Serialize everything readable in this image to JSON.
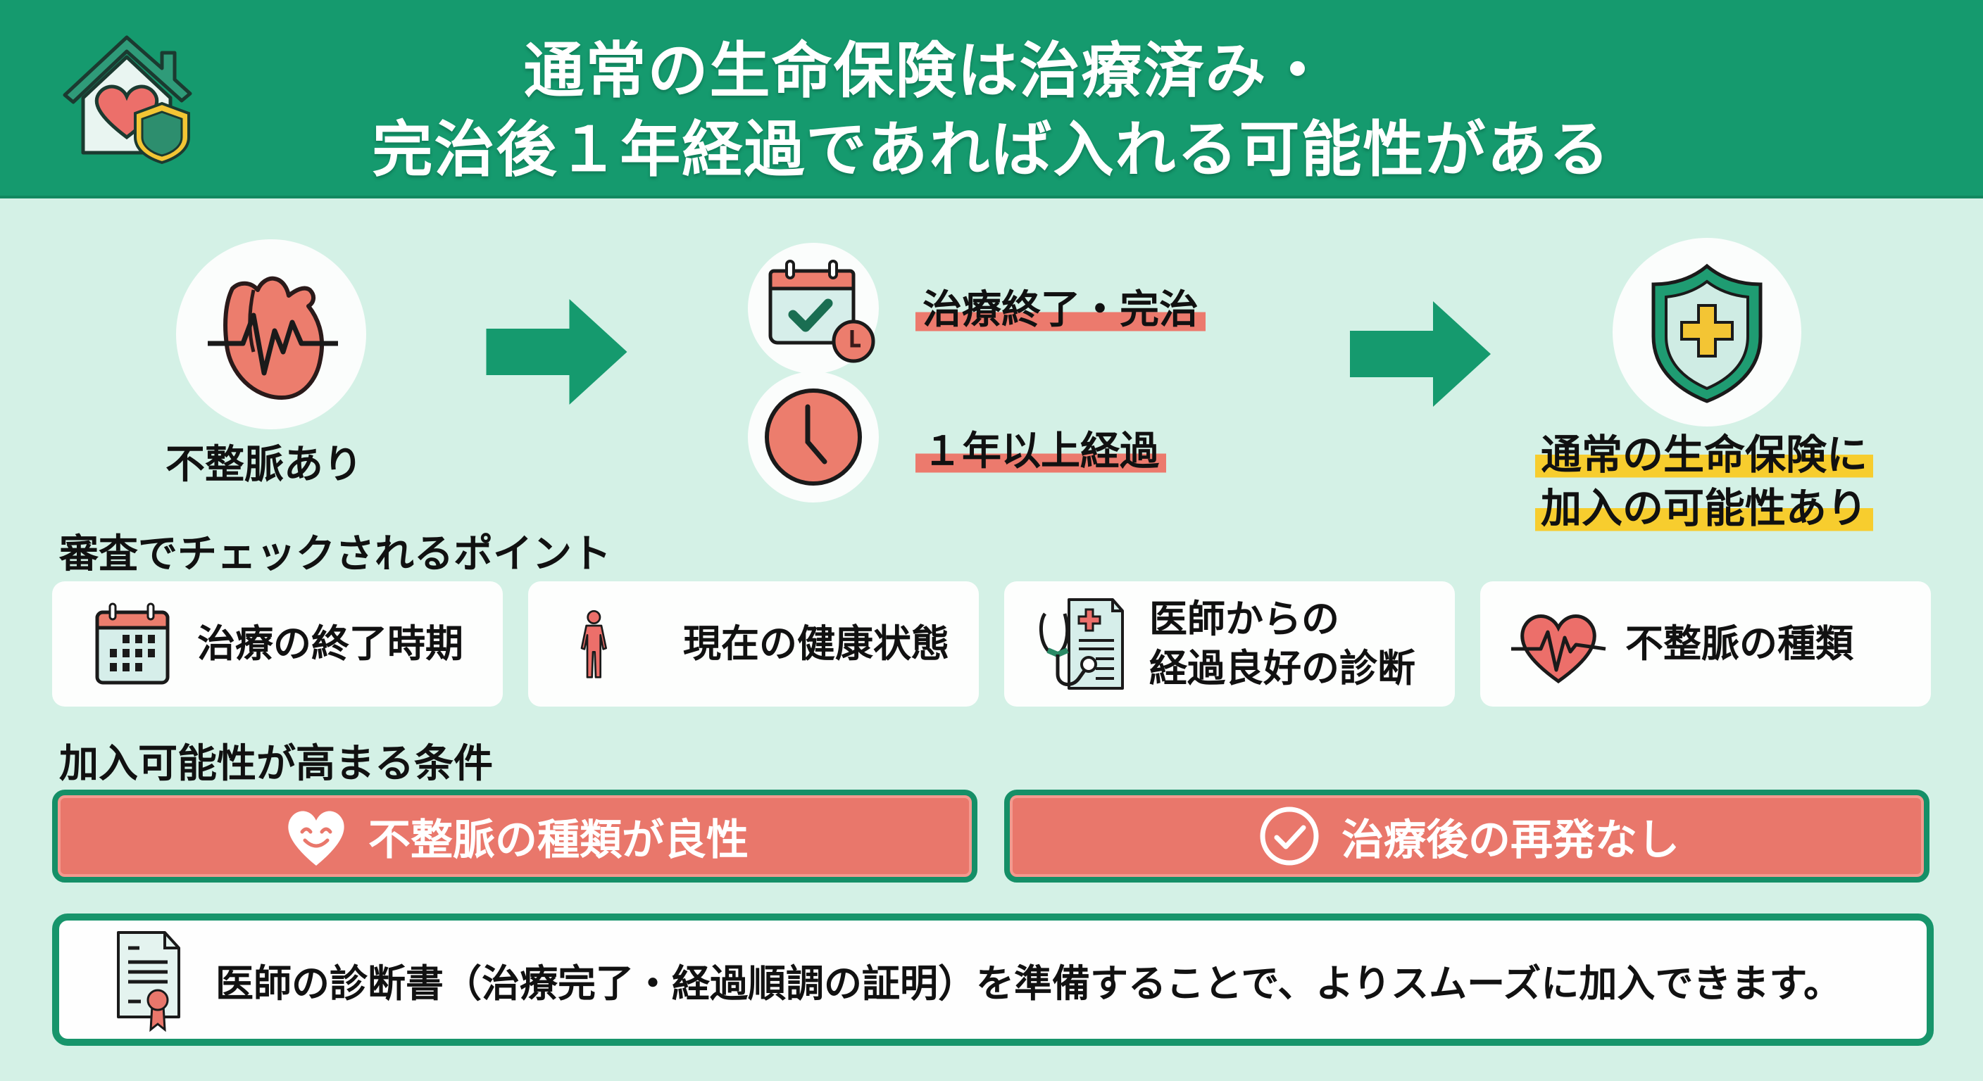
{
  "header": {
    "icon": "house-heart-shield-icon",
    "title_line1": "通常の生命保険は治療済み・",
    "title_line2": "完治後１年経過であれば入れる可能性がある"
  },
  "flow": {
    "start": {
      "icon": "heart-ecg-icon",
      "label": "不整脈あり"
    },
    "middle": [
      {
        "icon": "calendar-check-clock-icon",
        "label": "治療終了・完治"
      },
      {
        "icon": "clock-icon",
        "label": "１年以上経過"
      }
    ],
    "result": {
      "icon": "shield-plus-icon",
      "label_line1": "通常の生命保険に",
      "label_line2": "加入の可能性あり"
    }
  },
  "check_points": {
    "title": "審査でチェックされるポイント",
    "items": [
      {
        "icon": "calendar-icon",
        "label": "治療の終了時期"
      },
      {
        "icon": "person-icon",
        "label": "現在の健康状態"
      },
      {
        "icon": "stethoscope-document-icon",
        "label_line1": "医師からの",
        "label_line2": "経過良好の診断"
      },
      {
        "icon": "heart-pulse-icon",
        "label": "不整脈の種類"
      }
    ]
  },
  "conditions": {
    "title": "加入可能性が高まる条件",
    "items": [
      {
        "icon": "smiling-heart-icon",
        "label": "不整脈の種類が良性"
      },
      {
        "icon": "check-circle-icon",
        "label": "治療後の再発なし"
      }
    ]
  },
  "note": {
    "icon": "certificate-document-icon",
    "text": "医師の診断書（治療完了・経過順調の証明）を準備することで、よりスムーズに加入できます。"
  },
  "colors": {
    "primary_green": "#159a6e",
    "background": "#d4f1e6",
    "accent_red": "#e9776b",
    "accent_yellow": "#f7cd2e"
  }
}
